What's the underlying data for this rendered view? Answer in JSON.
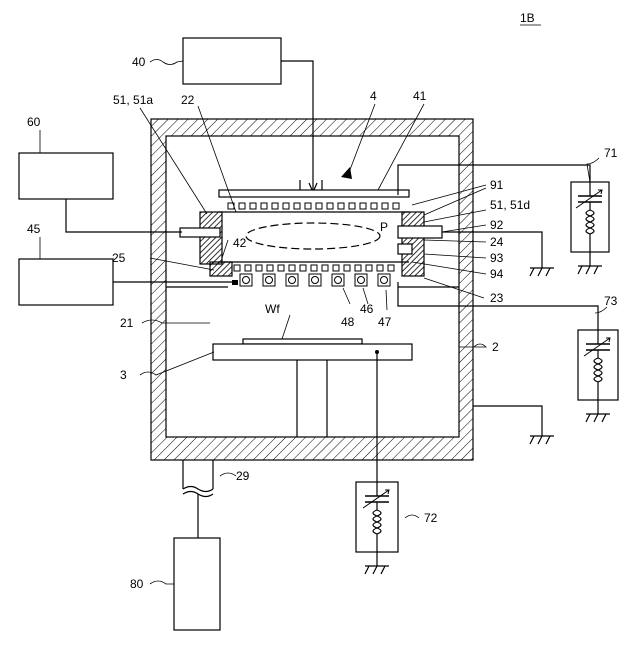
{
  "figure_label": "1B",
  "labels": {
    "l40": "40",
    "l4": "4",
    "l41": "41",
    "l22": "22",
    "l51a": "51, 51a",
    "l60": "60",
    "l45": "45",
    "l25": "25",
    "l42": "42",
    "l21": "21",
    "lWf": "Wf",
    "l3": "3",
    "l2": "2",
    "l48": "48",
    "l46": "46",
    "l47": "47",
    "l91": "91",
    "l51d": "51, 51d",
    "l92": "92",
    "l24": "24",
    "l93": "93",
    "l94": "94",
    "l23": "23",
    "lP": "P",
    "l71": "71",
    "l73": "73",
    "l72": "72",
    "l29": "29",
    "l80": "80"
  }
}
